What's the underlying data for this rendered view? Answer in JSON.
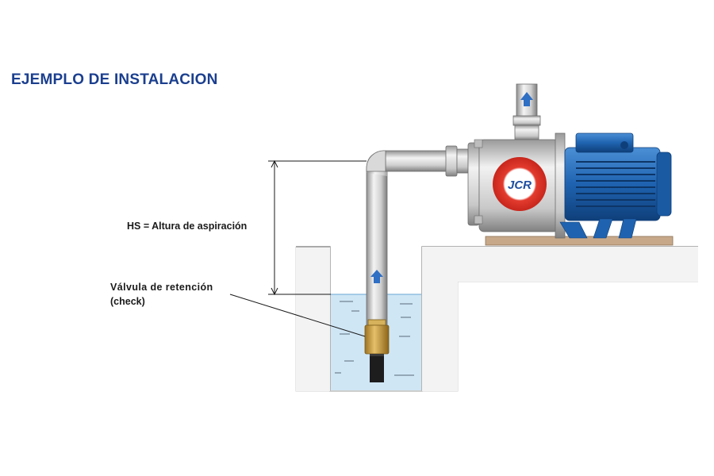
{
  "title": "EJEMPLO DE INSTALACION",
  "labels": {
    "suction_height": "HS = Altura de aspiración",
    "check_valve_line1": "Válvula  de  retención",
    "check_valve_line2": "(check)"
  },
  "pump": {
    "brand": "JCR"
  },
  "colors": {
    "title": "#1b3f8f",
    "water": "#cfe6f5",
    "motor_blue": "#1f63b0",
    "brass": "#c99a3a",
    "flow_arrow": "#2f6fc4",
    "base_board": "#c7a98a"
  }
}
